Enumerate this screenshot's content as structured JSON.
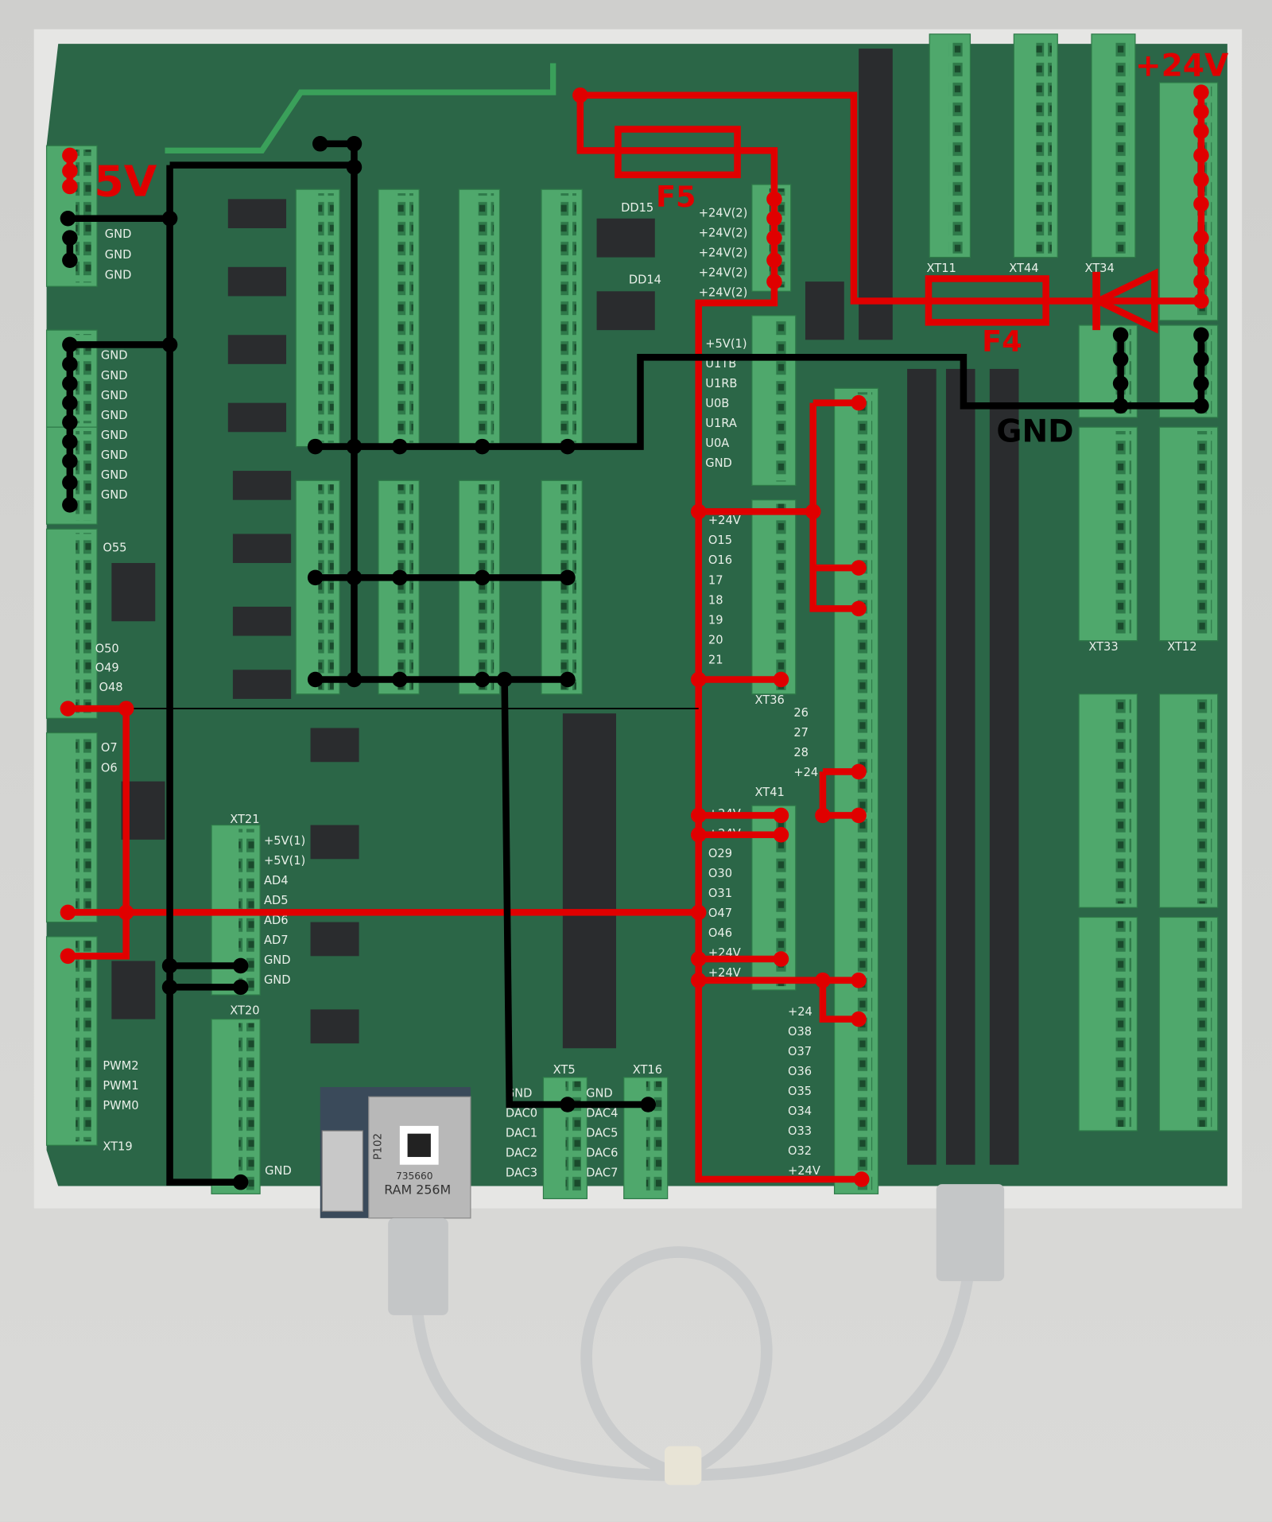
{
  "annotations": {
    "v5": "5V",
    "f5": "F5",
    "f4": "F4",
    "v24": "+24V",
    "gnd": "GND"
  },
  "silkscreen": {
    "left_gnd": [
      "GND",
      "GND",
      "GND"
    ],
    "left_gnd2": [
      "GND",
      "GND",
      "GND",
      "GND",
      "GND",
      "GND",
      "GND",
      "GND"
    ],
    "connectors": [
      "XT11",
      "XT44",
      "XT34",
      "XT33",
      "XT12",
      "XT21",
      "XT20",
      "XT5",
      "XT16",
      "XT19",
      "XT36",
      "XT41"
    ],
    "chips": [
      "DD15",
      "DD14"
    ],
    "v24_2": [
      "+24V(2)",
      "+24V(2)",
      "+24V(2)",
      "+24V(2)",
      "+24V(2)"
    ],
    "uart": [
      "+5V(1)",
      "U1TB",
      "U1RB",
      "U0B",
      "U1RA",
      "U0A",
      "GND"
    ],
    "outputs_a": [
      "+24V",
      "O15",
      "O16",
      "17",
      "18",
      "19",
      "20",
      "21"
    ],
    "outputs_b": [
      "26",
      "27",
      "28",
      "+24"
    ],
    "outputs_c": [
      "+24V",
      "+24V",
      "O29",
      "O30",
      "O31",
      "O47",
      "O46",
      "+24V",
      "+24V"
    ],
    "outputs_d": [
      "+24",
      "O38",
      "O37",
      "O36",
      "O35",
      "O34",
      "O33",
      "O32",
      "+24V"
    ],
    "xt21_pins": [
      "+5V(1)",
      "+5V(1)",
      "AD4",
      "AD5",
      "AD6",
      "AD7",
      "GND",
      "GND"
    ],
    "pwm": [
      "PWM2",
      "PWM1",
      "PWM0"
    ],
    "dac_left": [
      "GND",
      "DAC0",
      "DAC1",
      "DAC2",
      "DAC3"
    ],
    "dac_right": [
      "GND",
      "DAC4",
      "DAC5",
      "DAC6",
      "DAC7"
    ],
    "left_outputs": [
      "O55",
      "O50",
      "O49",
      "O48",
      "O7",
      "O6"
    ],
    "module": [
      "P102",
      "735660",
      "RAM 256M"
    ],
    "xt20_gnd": "GND"
  },
  "colors": {
    "board": "#2b6647",
    "connector": "#4fa86c",
    "power_line": "#e00000",
    "ground_line": "#000000",
    "background": "#d0d0ce"
  }
}
